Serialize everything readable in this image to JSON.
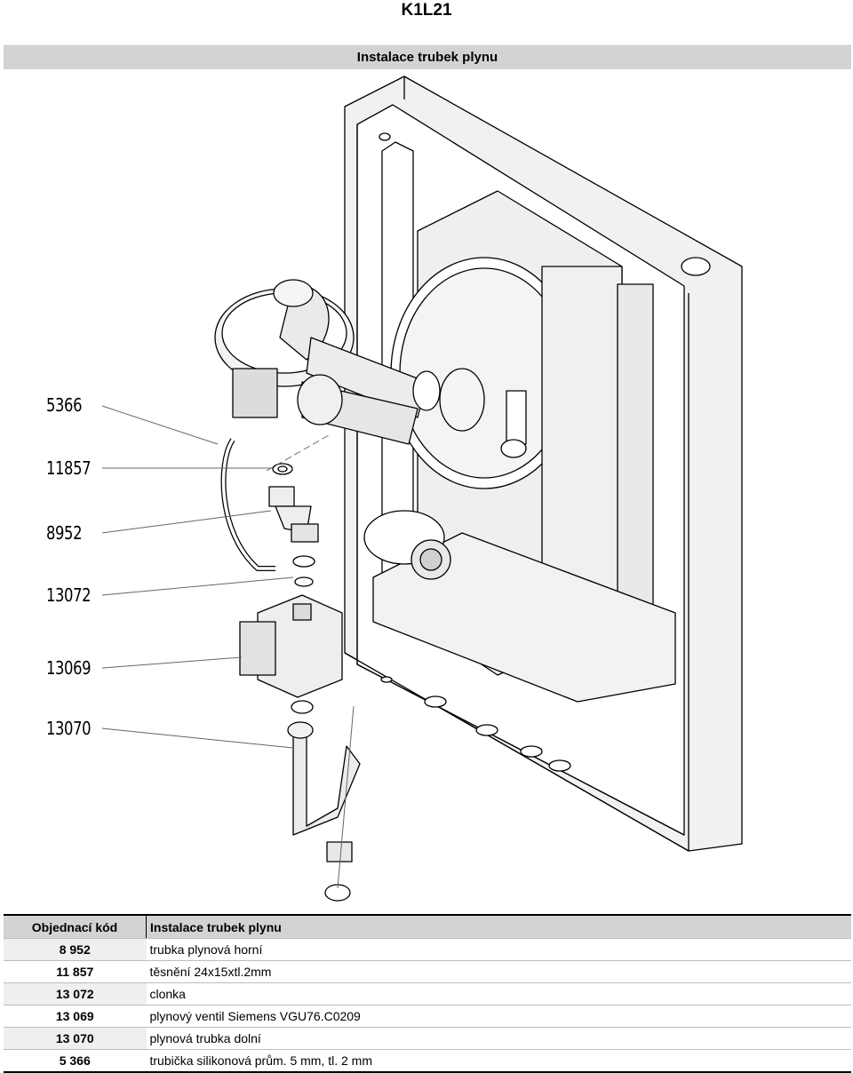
{
  "header": {
    "code": "K1L21",
    "title": "Instalace trubek plynu"
  },
  "drawing": {
    "callouts": [
      "5366",
      "11857",
      "8952",
      "13072",
      "13069",
      "13070"
    ]
  },
  "table": {
    "columns": [
      "Objednací kód",
      "Instalace trubek plynu"
    ],
    "rows": [
      {
        "code": "8 952",
        "desc": "trubka plynová horní"
      },
      {
        "code": "11 857",
        "desc": "těsnění 24x15xtl.2mm"
      },
      {
        "code": "13 072",
        "desc": "clonka"
      },
      {
        "code": "13 069",
        "desc": "plynový ventil Siemens VGU76.C0209"
      },
      {
        "code": "13 070",
        "desc": "plynová trubka dolní"
      },
      {
        "code": "5 366",
        "desc": "trubička silikonová prům. 5 mm, tl. 2 mm"
      }
    ]
  }
}
